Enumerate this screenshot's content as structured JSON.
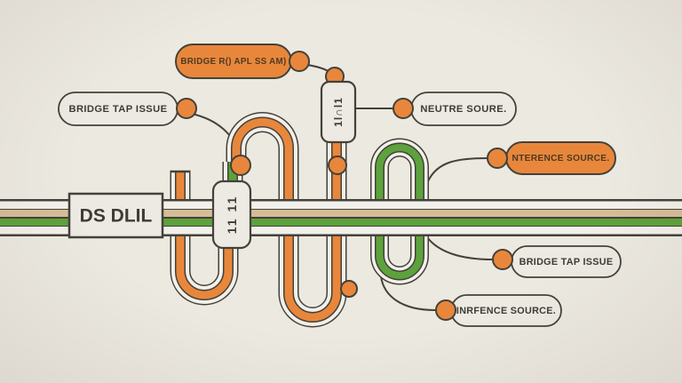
{
  "diagram": {
    "pills": {
      "bridge_r": "BRIDGE R() APL SS AM)",
      "bridge_tap_top": "BRIDGE TAP ISSUE",
      "neutre": "NEUTRE SOURE.",
      "nterence": "NTERENCE SOURCE.",
      "bridge_tap_bottom": "BRIDGE TAP ISSUE",
      "inrfence": "INRFENCE SOURCE."
    },
    "components": {
      "ds_box": "DS DLIL",
      "splice_ticks": "11 11",
      "filter_ticks": "1l∩l1"
    }
  },
  "colors": {
    "bg": "#ece9e1",
    "outline": "#44413a",
    "orange": "#e8873b",
    "green": "#5da23c",
    "tan": "#d6bc97",
    "cable-white": "#f2f0ea",
    "panel": "#eceae3",
    "text": "#3e3b34",
    "text-on-orange": "#4f3a22"
  }
}
